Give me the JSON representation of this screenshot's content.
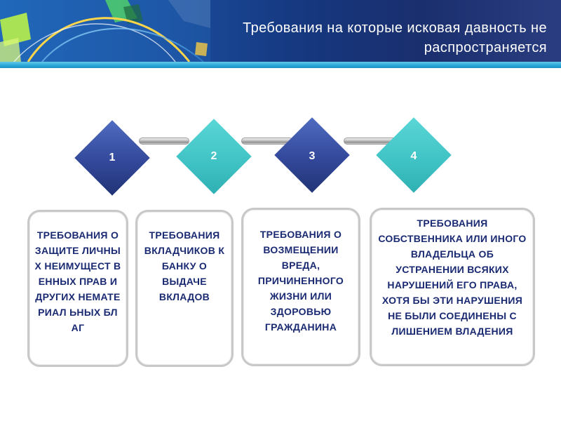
{
  "header": {
    "title_line1": "Требования на которые исковая давность не",
    "title_line2": "распространяется"
  },
  "steps": [
    {
      "number": "1",
      "text": "ТРЕБОВАНИЯ О ЗАЩИТЕ ЛИЧНЫХ НЕИМУЩЕСТ ВЕННЫХ ПРАВ И ДРУГИХ НЕМАТЕРИАЛ ЬНЫХ БЛАГ"
    },
    {
      "number": "2",
      "text": "ТРЕБОВАНИЯ ВКЛАДЧИКОВ К БАНКУ О ВЫДАЧЕ ВКЛАДОВ"
    },
    {
      "number": "3",
      "text": "ТРЕБОВАНИЯ О ВОЗМЕЩЕНИИ ВРЕДА, ПРИЧИНЕННОГО ЖИЗНИ ИЛИ ЗДОРОВЬЮ ГРАЖДАНИНА"
    },
    {
      "number": "4",
      "text": "ТРЕБОВАНИЯ СОБСТВЕННИКА ИЛИ ИНОГО ВЛАДЕЛЬЦА ОБ УСТРАНЕНИИ ВСЯКИХ НАРУШЕНИЙ ЕГО ПРАВА, ХОТЯ БЫ ЭТИ НАРУШЕНИЯ НЕ БЫЛИ СОЕДИНЕНЫ С ЛИШЕНИЕМ ВЛАДЕНИЯ"
    }
  ],
  "colors": {
    "header_blue": "#1a3f8a",
    "stripe_cyan": "#28a8d8",
    "diamond_dark": "#33489a",
    "diamond_light": "#3fc2c4",
    "box_text": "#1a2a72"
  }
}
